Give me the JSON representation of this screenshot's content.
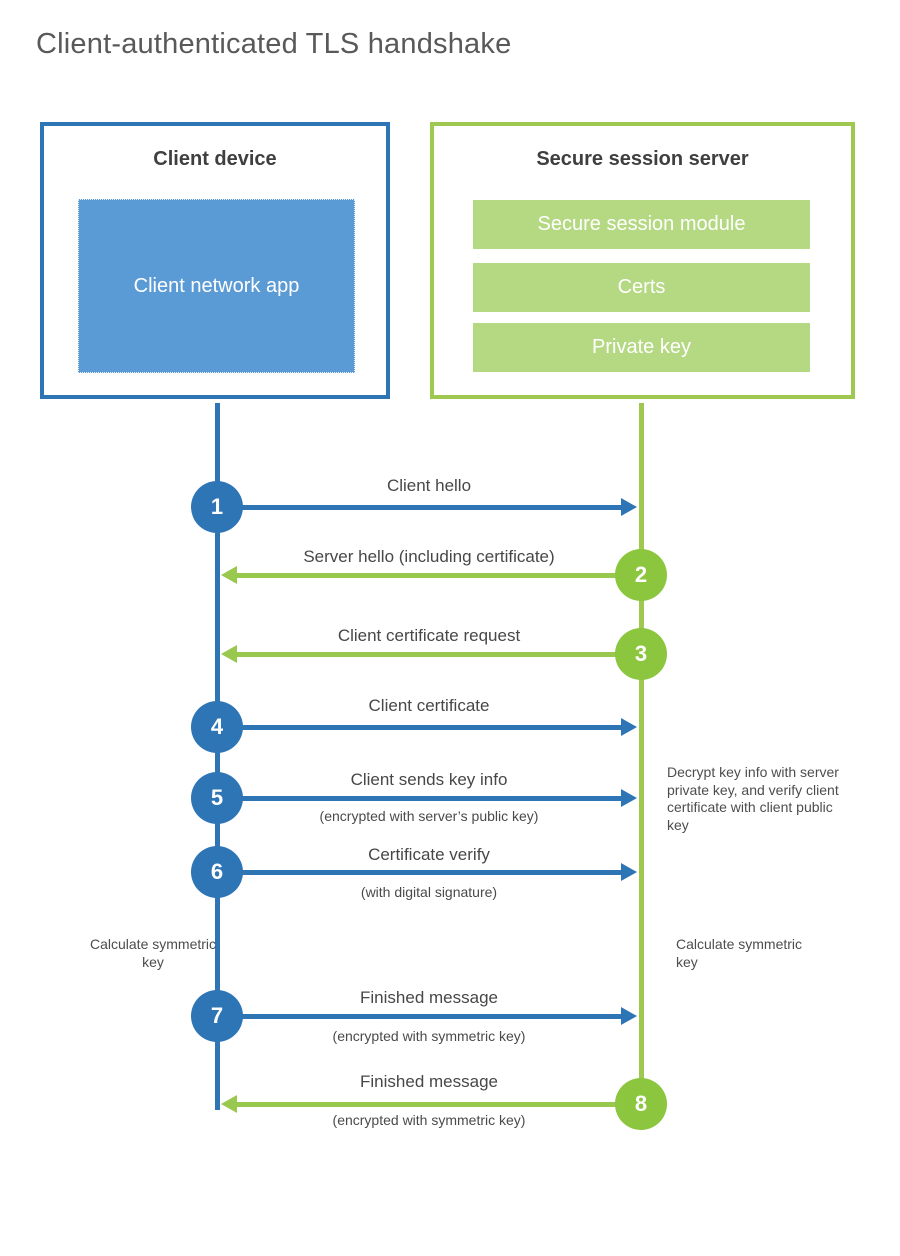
{
  "title": "Client-authenticated TLS handshake",
  "colors": {
    "blue": "#2e75b6",
    "blue_fill": "#5b9bd5",
    "green_line": "#99c84e",
    "green_circle": "#8cc63f",
    "green_fill": "#b5d983"
  },
  "client_box": {
    "title": "Client device",
    "app_label": "Client network app"
  },
  "server_box": {
    "title": "Secure session server",
    "modules": [
      "Secure session module",
      "Certs",
      "Private key"
    ]
  },
  "messages": [
    {
      "num": "1",
      "label": "Client hello",
      "from": "client",
      "to": "server"
    },
    {
      "num": "2",
      "label": "Server hello (including certificate)",
      "from": "server",
      "to": "client"
    },
    {
      "num": "3",
      "label": "Client certificate request",
      "from": "server",
      "to": "client"
    },
    {
      "num": "4",
      "label": "Client certificate",
      "from": "client",
      "to": "server"
    },
    {
      "num": "5",
      "label": "Client sends key info",
      "sub": "(encrypted with server’s public key)",
      "from": "client",
      "to": "server"
    },
    {
      "num": "6",
      "label": "Certificate verify",
      "sub": "(with digital signature)",
      "from": "client",
      "to": "server"
    },
    {
      "num": "7",
      "label": "Finished message",
      "sub": "(encrypted with symmetric key)",
      "from": "client",
      "to": "server"
    },
    {
      "num": "8",
      "label": "Finished message",
      "sub": "(encrypted with symmetric key)",
      "from": "server",
      "to": "client"
    }
  ],
  "notes": {
    "decrypt_note": "Decrypt key info with server private key, and verify client certificate with client public key",
    "calc_left": "Calculate symmetric key",
    "calc_right": "Calculate symmetric key"
  }
}
